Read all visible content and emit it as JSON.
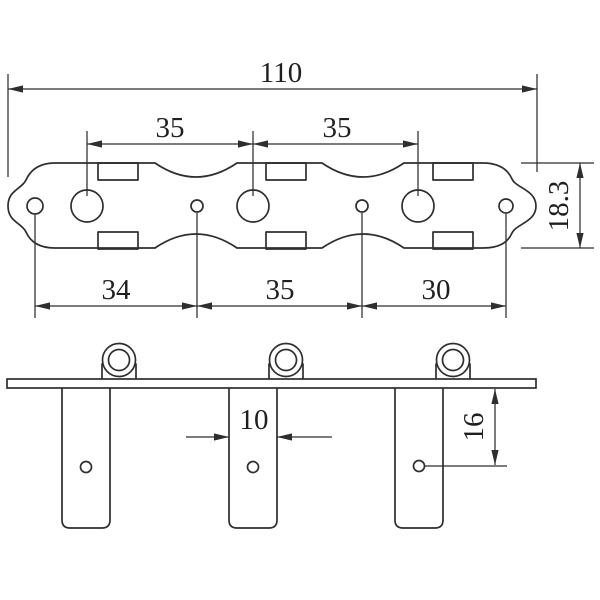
{
  "drawing": {
    "description": "dimensioned two-view technical drawing of a 3-on-a-plate guitar tuning machine baseplate",
    "top_view": {
      "overall_width": "110",
      "post_spacing_left": "35",
      "post_spacing_right": "35",
      "plate_height": "18.3",
      "screw_spacing_left": "34",
      "screw_spacing_middle": "35",
      "screw_spacing_right": "30"
    },
    "side_view": {
      "post_width": "10",
      "hole_offset": "16"
    },
    "colors": {
      "line": "#2e2e2e",
      "text": "#1f1f1f",
      "background": "#ffffff"
    }
  }
}
